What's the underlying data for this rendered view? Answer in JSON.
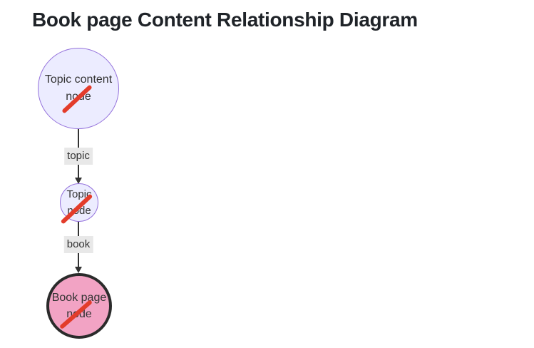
{
  "title": "Book page Content Relationship Diagram",
  "diagram": {
    "type": "flowchart-vertical",
    "nodes": [
      {
        "id": "topic-content-node",
        "shape": "circle",
        "lines": [
          "Topic content",
          "node"
        ],
        "fill": "#ececff",
        "stroke": "#9370db",
        "annotation": "red-slash"
      },
      {
        "id": "topic-node",
        "shape": "circle",
        "lines": [
          "Topic",
          "node"
        ],
        "fill": "#ececff",
        "stroke": "#9370db",
        "annotation": "red-slash"
      },
      {
        "id": "book-page-node",
        "shape": "circle",
        "lines": [
          "Book page",
          "node"
        ],
        "fill": "#f2a3c4",
        "stroke": "#2b2b2b",
        "annotation": "red-slash"
      }
    ],
    "edges": [
      {
        "from": "topic-content-node",
        "to": "topic-node",
        "label": "topic"
      },
      {
        "from": "topic-node",
        "to": "book-page-node",
        "label": "book"
      }
    ],
    "colors": {
      "edge_line": "#333333",
      "edge_label_background": "#e8e8e8",
      "node_text": "#333333",
      "title_text": "#1f2328",
      "slash_annotation": "#e33c2b"
    }
  }
}
